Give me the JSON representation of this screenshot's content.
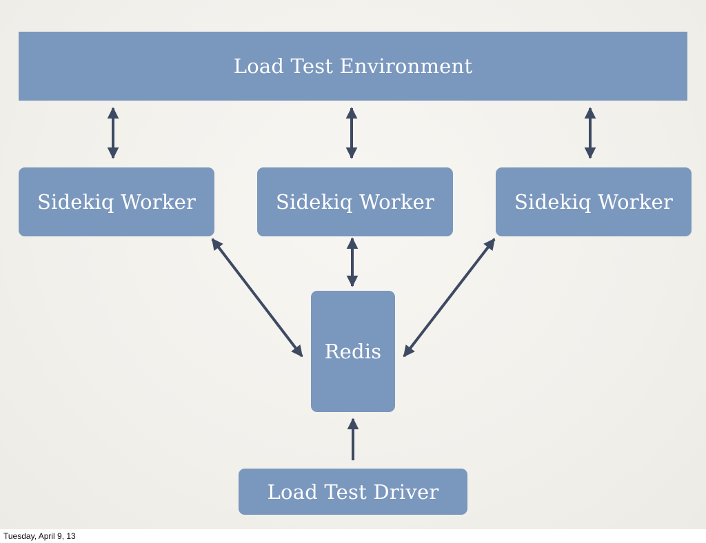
{
  "diagram": {
    "environment": "Load Test Environment",
    "workers": [
      "Sidekiq Worker",
      "Sidekiq Worker",
      "Sidekiq Worker"
    ],
    "redis": "Redis",
    "driver": "Load Test Driver",
    "colors": {
      "box_fill": "#7a97bd",
      "box_text": "#ffffff",
      "arrow": "#3e4a62",
      "background": "#f3f1ec"
    }
  },
  "footer": {
    "date": "Tuesday, April 9, 13"
  }
}
